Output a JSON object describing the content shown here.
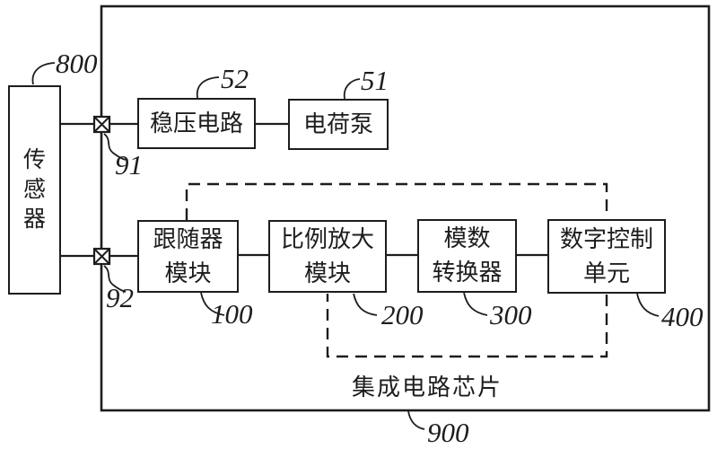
{
  "colors": {
    "ink": "#1d1d1d",
    "background": "#ffffff"
  },
  "outer": {
    "ref": "900"
  },
  "sensor": {
    "label": "传\n感\n器",
    "ref": "800"
  },
  "pads": [
    {
      "ref": "91"
    },
    {
      "ref": "92"
    }
  ],
  "power_row": [
    {
      "label": "稳压电路",
      "ref": "52"
    },
    {
      "label": "电荷泵",
      "ref": "51"
    }
  ],
  "signal_row": [
    {
      "label": "跟随器\n模块",
      "ref": "100"
    },
    {
      "label": "比例放大\n模块",
      "ref": "200"
    },
    {
      "label": "模数\n转换器",
      "ref": "300"
    },
    {
      "label": "数字控制\n单元",
      "ref": "400"
    }
  ],
  "chip": {
    "label": "集成电路芯片"
  }
}
